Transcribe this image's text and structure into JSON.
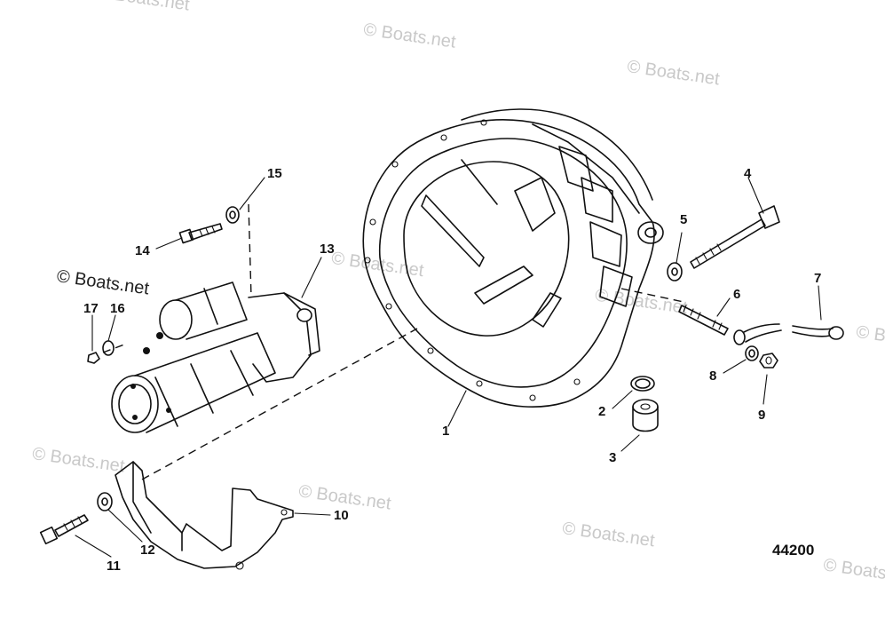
{
  "watermark": {
    "text": "© Boats.net"
  },
  "diagram": {
    "drawing_number": "44200",
    "callouts": [
      {
        "id": "1",
        "label": "1"
      },
      {
        "id": "2",
        "label": "2"
      },
      {
        "id": "3",
        "label": "3"
      },
      {
        "id": "4",
        "label": "4"
      },
      {
        "id": "5",
        "label": "5"
      },
      {
        "id": "6",
        "label": "6"
      },
      {
        "id": "7",
        "label": "7"
      },
      {
        "id": "8",
        "label": "8"
      },
      {
        "id": "9",
        "label": "9"
      },
      {
        "id": "10",
        "label": "10"
      },
      {
        "id": "11",
        "label": "11"
      },
      {
        "id": "12",
        "label": "12"
      },
      {
        "id": "13",
        "label": "13"
      },
      {
        "id": "14",
        "label": "14"
      },
      {
        "id": "15",
        "label": "15"
      },
      {
        "id": "16",
        "label": "16"
      },
      {
        "id": "17",
        "label": "17"
      }
    ]
  }
}
